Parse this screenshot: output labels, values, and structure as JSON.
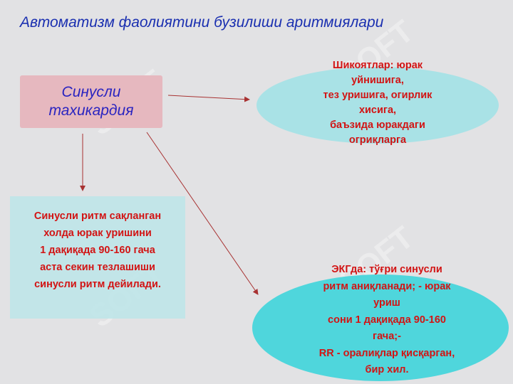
{
  "slide": {
    "title": "Автоматизм фаолиятини бузилиши аритмиялари",
    "center_box": {
      "lines": [
        "Синусли",
        "тахикардия"
      ]
    },
    "top_right_ellipse": {
      "lines": [
        "Шикоятлар: юрак",
        "уйнишига,",
        "тез уришига, огирлик",
        "хисига,",
        "баъзида юракдаги",
        "огриқларга"
      ]
    },
    "left_box": {
      "lines": [
        "Синусли ритм сақланган",
        "холда юрак уришини",
        "1 дақиқада 90-160 гача",
        "аста секин тезлашиши",
        "синусли  ритм дейилади."
      ]
    },
    "bottom_right_ellipse": {
      "lines": [
        "ЭКГда: тўғри синусли",
        "ритм аниқланади; - юрак",
        "уриш",
        "сони 1 дақиқада 90-160",
        "гача;-",
        "RR - оралиқлар қисқарган,",
        "бир хил."
      ]
    },
    "watermark": "SOFT",
    "colors": {
      "background": "#e2e2e4",
      "title": "#1a2fb0",
      "box_text": "#d21414",
      "pink_box": "#e6b8bf",
      "cyan": "#4fd6dc",
      "arrow": "#a83232"
    }
  }
}
